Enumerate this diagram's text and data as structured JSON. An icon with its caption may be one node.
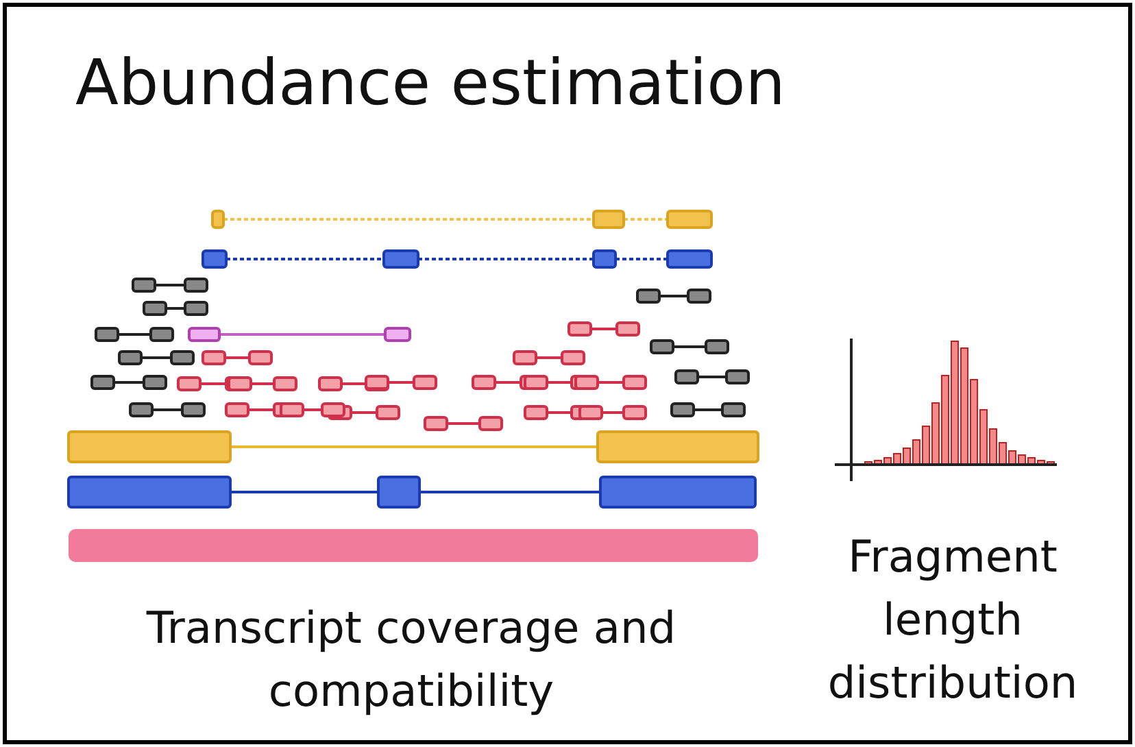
{
  "diagram": {
    "title": "Abundance estimation",
    "labels": [
      "Transcript coverage and compatibility",
      "Fragment length distribution"
    ]
  }
}
